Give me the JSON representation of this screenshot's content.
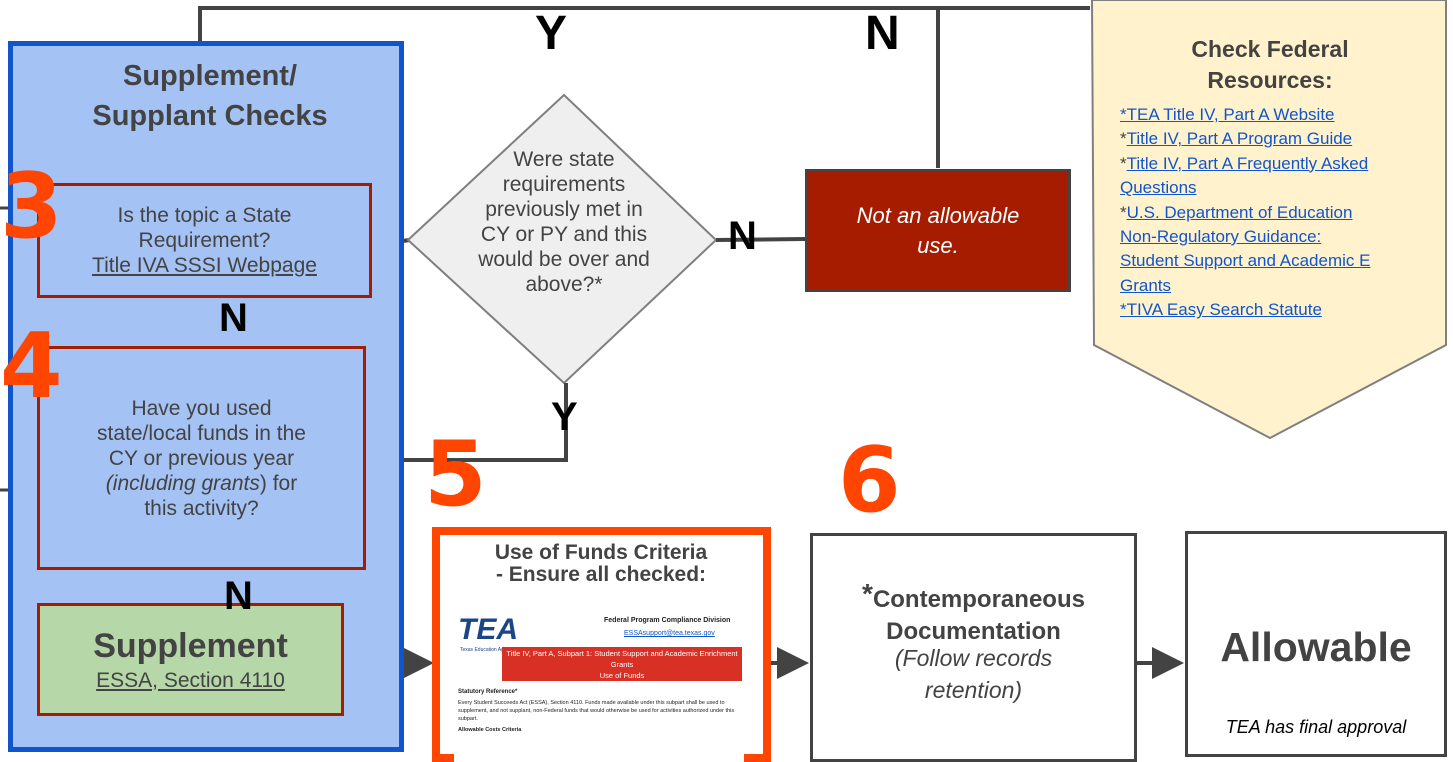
{
  "panel": {
    "title_line1": "Supplement/",
    "title_line2": "Supplant Checks"
  },
  "steps": {
    "three": "3",
    "four": "4",
    "five": "5",
    "six": "6"
  },
  "q_state": {
    "line1": "Is the topic a State",
    "line2": "Requirement?",
    "link": "Title IVA SSSI Webpage"
  },
  "q_funds": {
    "line1": "Have you used",
    "line2": "state/local funds in the",
    "line3": "CY or previous year",
    "line4_italic": "(including grants",
    "line4_rest": ") for",
    "line5": "this activity?"
  },
  "diamond": {
    "line1": "Were state",
    "line2": "requirements",
    "line3": "previously met in",
    "line4": "CY or PY and this",
    "line5": "would be over and",
    "line6": "above?*"
  },
  "answers": {
    "yes": "Y",
    "no": "N"
  },
  "not_allowable": {
    "line1": "Not an allowable",
    "line2": "use."
  },
  "supplement": {
    "title": "Supplement",
    "link": "ESSA, Section 4110"
  },
  "use_of_funds": {
    "title_line1": "Use of Funds Criteria",
    "title_line2": "- Ensure all checked:",
    "doc": {
      "logo": "TEA",
      "logo_sub": "Texas Education Agency",
      "division": "Federal Program Compliance Division",
      "email": "ESSAsupport@tea.texas.gov",
      "banner_line1": "Title IV, Part A, Subpart 1: Student Support and Academic Enrichment Grants",
      "banner_line2": "Use of Funds",
      "statutory_heading": "Statutory Reference*",
      "statutory_text": "Every Student Succeeds Act (ESSA), Section 4110. Funds made available under this subpart shall be used to supplement, and not supplant, non-Federal funds that would otherwise be used for activities authorized under this subpart.",
      "criteria_heading": "Allowable Costs Criteria"
    }
  },
  "contemporaneous": {
    "star": "*",
    "line1": "Contemporaneous",
    "line2": "Documentation",
    "line3": "(Follow records",
    "line4": "retention)"
  },
  "allowable": {
    "title": "Allowable",
    "note": "TEA has final approval",
    "check_color": "#e53935"
  },
  "federal": {
    "title_line1": "Check Federal",
    "title_line2": "Resources:",
    "star": "*",
    "links": [
      "TEA Title IV, Part A Website",
      "Title IV, Part A Program Guide",
      "Title IV, Part A Frequently Asked",
      "Questions",
      "U.S. Department of Education",
      "Non-Regulatory Guidance:",
      "Student Support and Academic E",
      "Grants",
      "TIVA Easy Search Statute"
    ]
  },
  "colors": {
    "panel_fill": "#a4c2f4",
    "panel_border": "#1155cc",
    "box_border": "#a61c00",
    "step_number": "#ff4500",
    "supplement_fill": "#b6d7a8",
    "resources_fill": "#fff2cc",
    "diamond_fill": "#efefef",
    "not_allowable_fill": "#a61c00",
    "link": "#1155cc"
  }
}
